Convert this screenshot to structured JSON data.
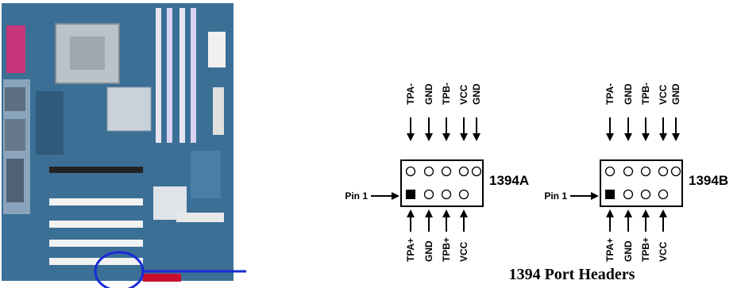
{
  "headers": [
    {
      "id": "1394A",
      "name": "1394A",
      "pin1_label": "Pin 1",
      "top_pins": [
        "TPA-",
        "GND",
        "TPB-",
        "VCC",
        "GND"
      ],
      "bottom_pins": [
        "TPA+",
        "GND",
        "TPB+",
        "VCC"
      ]
    },
    {
      "id": "1394B",
      "name": "1394B",
      "pin1_label": "Pin 1",
      "top_pins": [
        "TPA-",
        "GND",
        "TPB-",
        "VCC",
        "GND"
      ],
      "bottom_pins": [
        "TPA+",
        "GND",
        "TPB+",
        "VCC"
      ]
    }
  ],
  "caption": "1394 Port Headers",
  "colors": {
    "board_blue": "#3b6f96",
    "slot_white": "#f2f2f2",
    "highlight_circle": "#1a2bd6",
    "pointer_arrow": "#1a2bd6",
    "connector_red": "#c8102e"
  }
}
